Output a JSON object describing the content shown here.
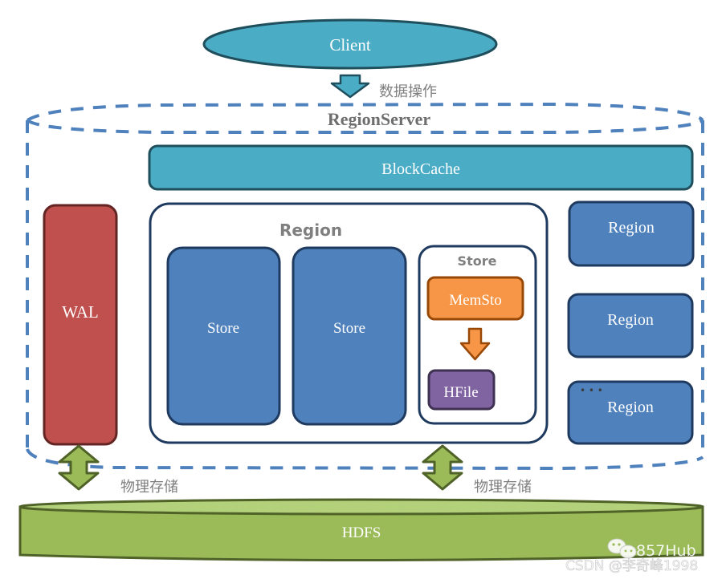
{
  "diagram": {
    "title": "RegionServer",
    "client": {
      "label": "Client"
    },
    "client_arrow_label": "数据操作",
    "block_cache": {
      "label": "BlockCache"
    },
    "wal": {
      "label": "WAL"
    },
    "region": {
      "title": "Region",
      "stores": [
        {
          "label": "Store"
        },
        {
          "label": "Store"
        }
      ],
      "expanded_store": {
        "title": "Store",
        "memstore": {
          "label": "MemSto"
        },
        "hfile": {
          "label": "HFile"
        }
      }
    },
    "other_regions": [
      {
        "label": "Region"
      },
      {
        "label": "Region"
      },
      {
        "label": "Region"
      }
    ],
    "ellipsis": "• • •",
    "storage_arrows": [
      {
        "label": "物理存储"
      },
      {
        "label": "物理存储"
      }
    ],
    "hdfs": {
      "label": "HDFS"
    },
    "watermark": {
      "brand": "857Hub",
      "credit": "CSDN @李奇峰1998"
    },
    "colors": {
      "client_fill": "#4bacc6",
      "client_stroke": "#215968",
      "blockcache_fill": "#4bacc6",
      "wal_fill": "#c0504d",
      "wal_stroke": "#632523",
      "store_fill": "#4f81bd",
      "store_stroke": "#1f3a5f",
      "memstore_fill": "#f79646",
      "memstore_stroke": "#984807",
      "hfile_fill": "#8064a2",
      "hfile_stroke": "#3f3151",
      "hdfs_fill": "#9bbb59",
      "hdfs_top": "#b3d07a",
      "hdfs_stroke": "#4f6228",
      "dash": "#4f81bd",
      "label_gray": "#7f7f7f"
    }
  }
}
